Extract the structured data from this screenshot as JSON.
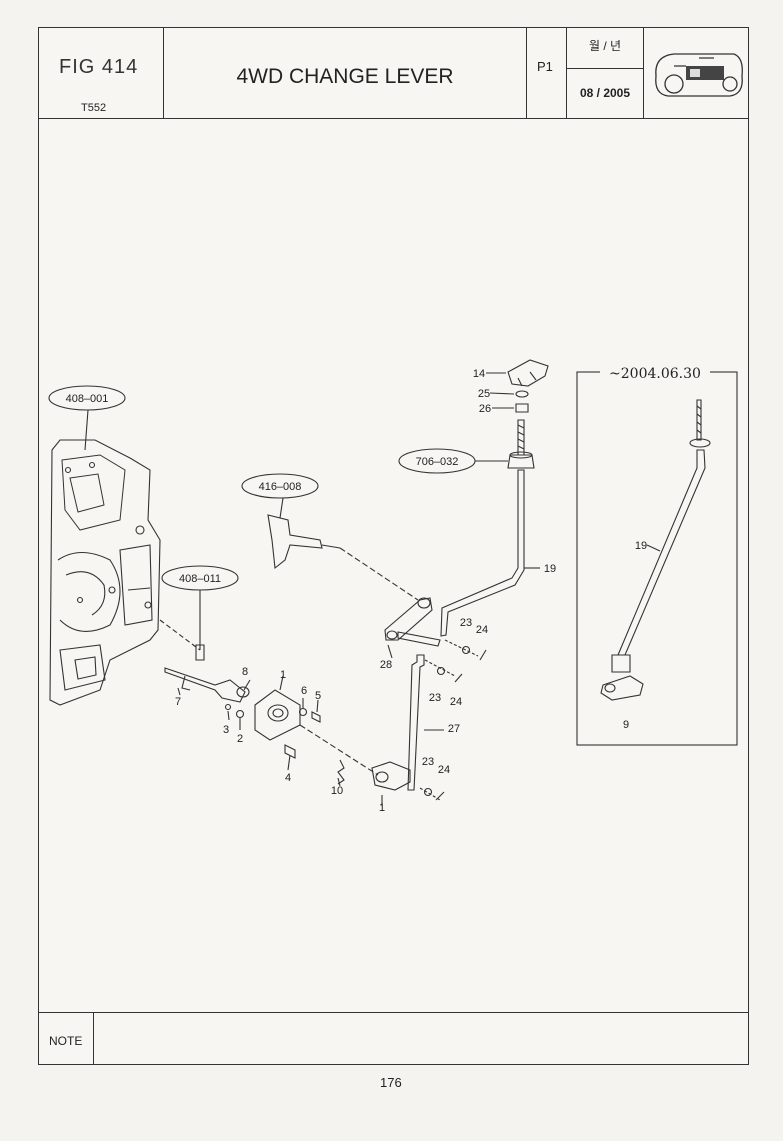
{
  "header": {
    "fig_label": "FIG 414",
    "model": "T552",
    "title": "4WD CHANGE LEVER",
    "page_code": "P1",
    "date_label": "월 / 년",
    "date_value": "08 / 2005"
  },
  "refs": {
    "ref_408_001": "408–001",
    "ref_416_008": "416–008",
    "ref_408_011": "408–011",
    "ref_706_032": "706–032"
  },
  "inset": {
    "date": "~2004.06.30",
    "labels": [
      "19",
      "9"
    ]
  },
  "parts": {
    "p14": "14",
    "p25": "25",
    "p26": "26",
    "p19": "19",
    "p28": "28",
    "p23a": "23",
    "p24a": "24",
    "p23b": "23",
    "p24b": "24",
    "p27": "27",
    "p23c": "23",
    "p24c": "24",
    "p1": "1",
    "p1b": "1",
    "p8": "8",
    "p6": "6",
    "p5": "5",
    "p7": "7",
    "p3": "3",
    "p2": "2",
    "p4": "4",
    "p10": "10"
  },
  "footer": {
    "note_label": "NOTE",
    "page_number": "176"
  }
}
